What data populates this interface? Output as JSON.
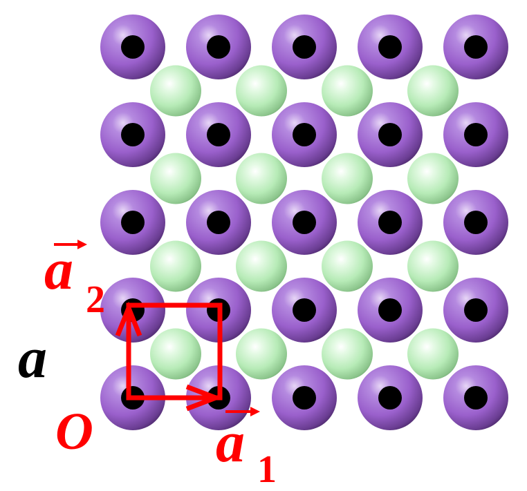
{
  "diagram": {
    "lattice": {
      "large_rows": 5,
      "large_cols": 5,
      "small_rows": 4,
      "small_cols": 4,
      "large_atom_color": "#9b61cc",
      "small_atom_color": "#b8ecb8",
      "core_color": "#000000"
    },
    "labels": {
      "lattice_constant": "a",
      "origin": "O",
      "vector_a1_base": "a",
      "vector_a1_sub": "1",
      "vector_a2_base": "a",
      "vector_a2_sub": "2"
    },
    "colors": {
      "annotation": "#ff0000",
      "lattice_constant_label": "#000000"
    }
  }
}
